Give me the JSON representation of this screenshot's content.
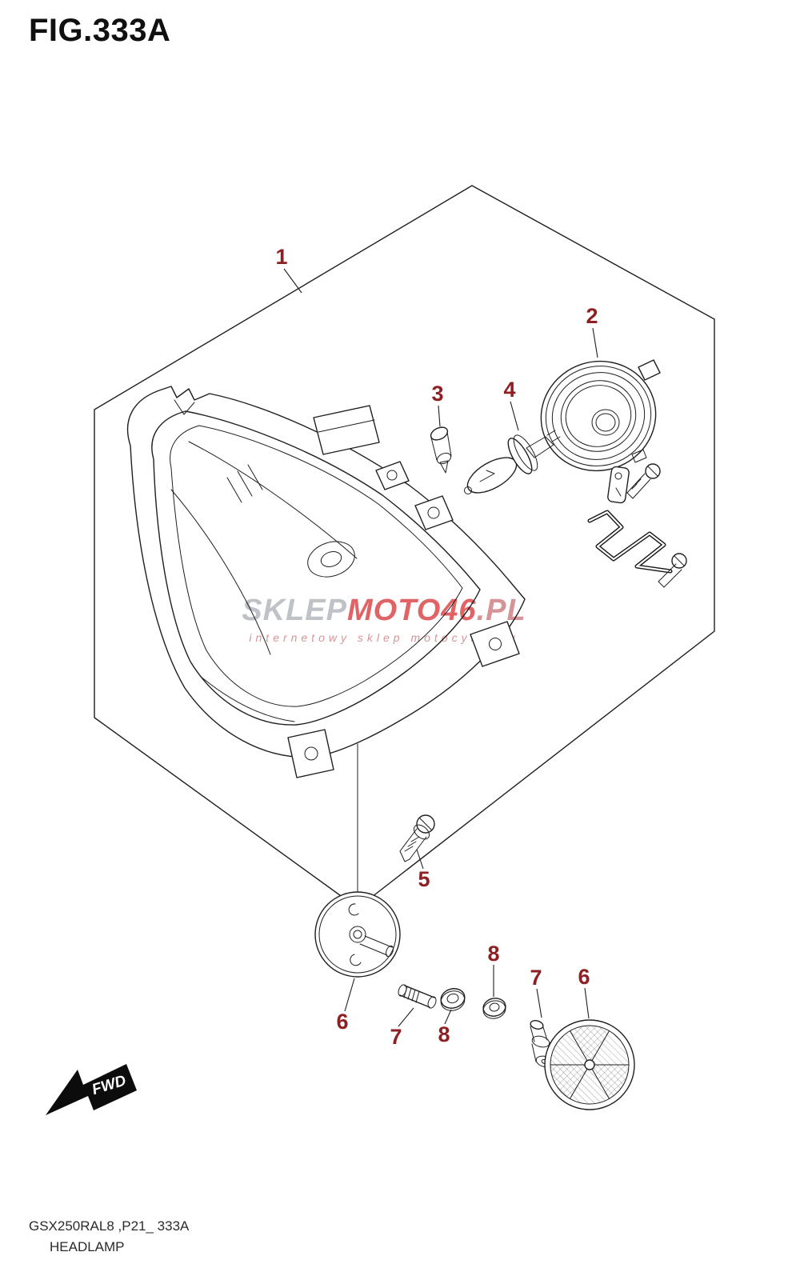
{
  "figure": {
    "title": "FIG.333A",
    "code": "GSX250RAL8 ,P21_ 333A",
    "name": "HEADLAMP"
  },
  "direction_marker": {
    "label": "FWD"
  },
  "watermark": {
    "prefix": "SKLEP",
    "highlight": "MOTO46",
    "suffix": ".PL",
    "tagline": "internetowy sklep motocyklowy"
  },
  "callouts": {
    "c1": "1",
    "c2": "2",
    "c3": "3",
    "c4": "4",
    "c5": "5",
    "c6_left": "6",
    "c7_left": "7",
    "c8_left": "8",
    "c8_right": "8",
    "c7_right": "7",
    "c6_right": "6"
  },
  "colors": {
    "paper": "#ffffff",
    "line": "#1f1f1f",
    "accent_callout": "#8e2023",
    "watermark_gray": "#b9bcc0",
    "watermark_red": "#dd5356",
    "watermark_red_soft": "#d2898c",
    "footer_text": "#2b2b2b"
  }
}
